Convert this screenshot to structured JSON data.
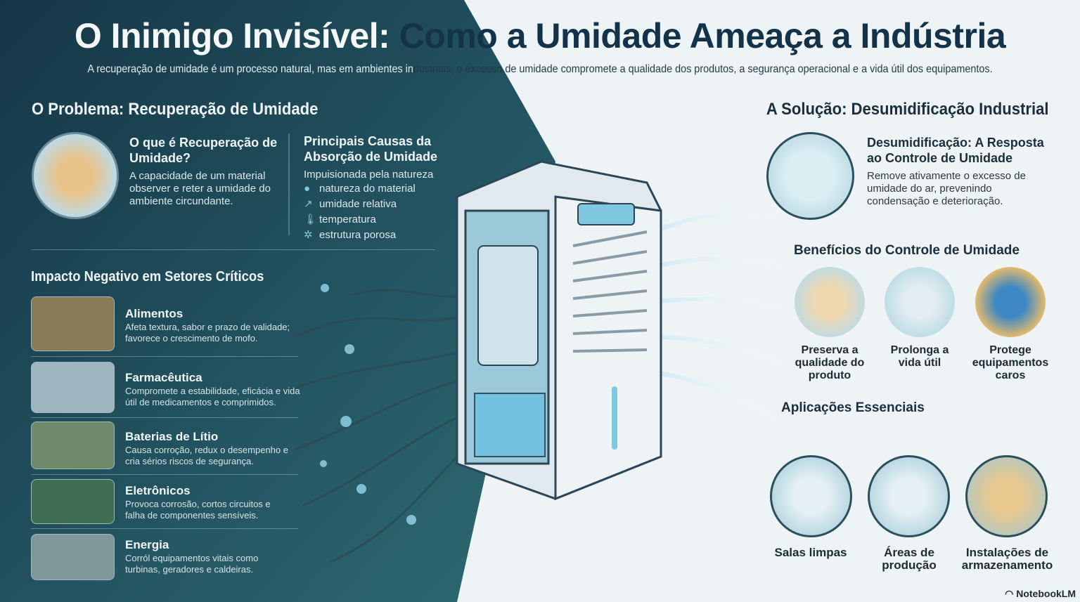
{
  "title": {
    "part1": "O Inimigo Invisível:",
    "part2": "Como a Umidade Ameaça a Indústria"
  },
  "subtitle": {
    "part1": "A recuperação de umidade é um processo natural, mas em ambientes in",
    "part2": "dustriais, o excesso de umidade compromete a qualidade dos produtos, a segurança operacional e a vida útil dos equipamentos."
  },
  "problem": {
    "heading": "O Problema: Recuperação de Umidade",
    "what": {
      "title": "O que é Recuperação de Umidade?",
      "text": "A capacidade de um material observer e reter a umidade do ambiente circundante."
    },
    "causes": {
      "title": "Principais Causas da Absorção de Umidade",
      "intro": "Impuisionada pela natureza",
      "items": [
        {
          "icon": "dot-icon",
          "label": "natureza do material"
        },
        {
          "icon": "trend-up-icon",
          "label": "umidade relativa"
        },
        {
          "icon": "thermometer-icon",
          "label": "temperatura"
        },
        {
          "icon": "porous-structure-icon",
          "label": "estrutura porosa"
        }
      ]
    }
  },
  "impact": {
    "heading": "Impacto Negativo em Setores Críticos",
    "rows": [
      {
        "title": "Alimentos",
        "text": "Afeta textura, sabor e prazo de validade; favorece o crescimento de mofo.",
        "color": "#8a7a55"
      },
      {
        "title": "Farmacêutica",
        "text": "Compromete a estabilidade, eficácia e vida útil de medicamentos e comprimidos.",
        "color": "#9fb6c0"
      },
      {
        "title": "Baterias de Lítio",
        "text": "Causa corroção, redux o desempenho e cria sérios riscos de segurança.",
        "color": "#6f8a6a"
      },
      {
        "title": "Eletrônicos",
        "text": "Provoca corrosão, cortos circuitos e falha de componentes sensíveis.",
        "color": "#3f6e52"
      },
      {
        "title": "Energia",
        "text": "Corról equipamentos vitais como turbinas, geradores e caldeiras.",
        "color": "#7f969a"
      }
    ]
  },
  "solution": {
    "heading": "A Solução: Desumidificação Industrial",
    "title": "Desumidificação: A Resposta ao Controle de Umidade",
    "text": "Remove ativamente o excesso de umidade do ar, prevenindo condensação e deterioração.",
    "benefits_heading": "Benefícios do Controle de Umidade",
    "benefits": [
      {
        "label": "Preserva a qualidade do produto",
        "icon": "food-products-icon"
      },
      {
        "label": "Prolonga a vida útil",
        "icon": "dehumidifier-clock-icon"
      },
      {
        "label": "Protege equipamentos caros",
        "icon": "shield-check-icon"
      }
    ],
    "apps_heading": "Aplicações Essenciais",
    "apps": [
      {
        "label": "Salas limpas",
        "icon": "cleanroom-icon"
      },
      {
        "label": "Áreas de produção",
        "icon": "production-line-icon"
      },
      {
        "label": "Instalações de armazenamento",
        "icon": "warehouse-icon"
      }
    ]
  },
  "brand": "NotebookLM",
  "colors": {
    "dark_panel": "#1d4350",
    "light_panel": "#eef4f5",
    "accent": "#14324a"
  }
}
